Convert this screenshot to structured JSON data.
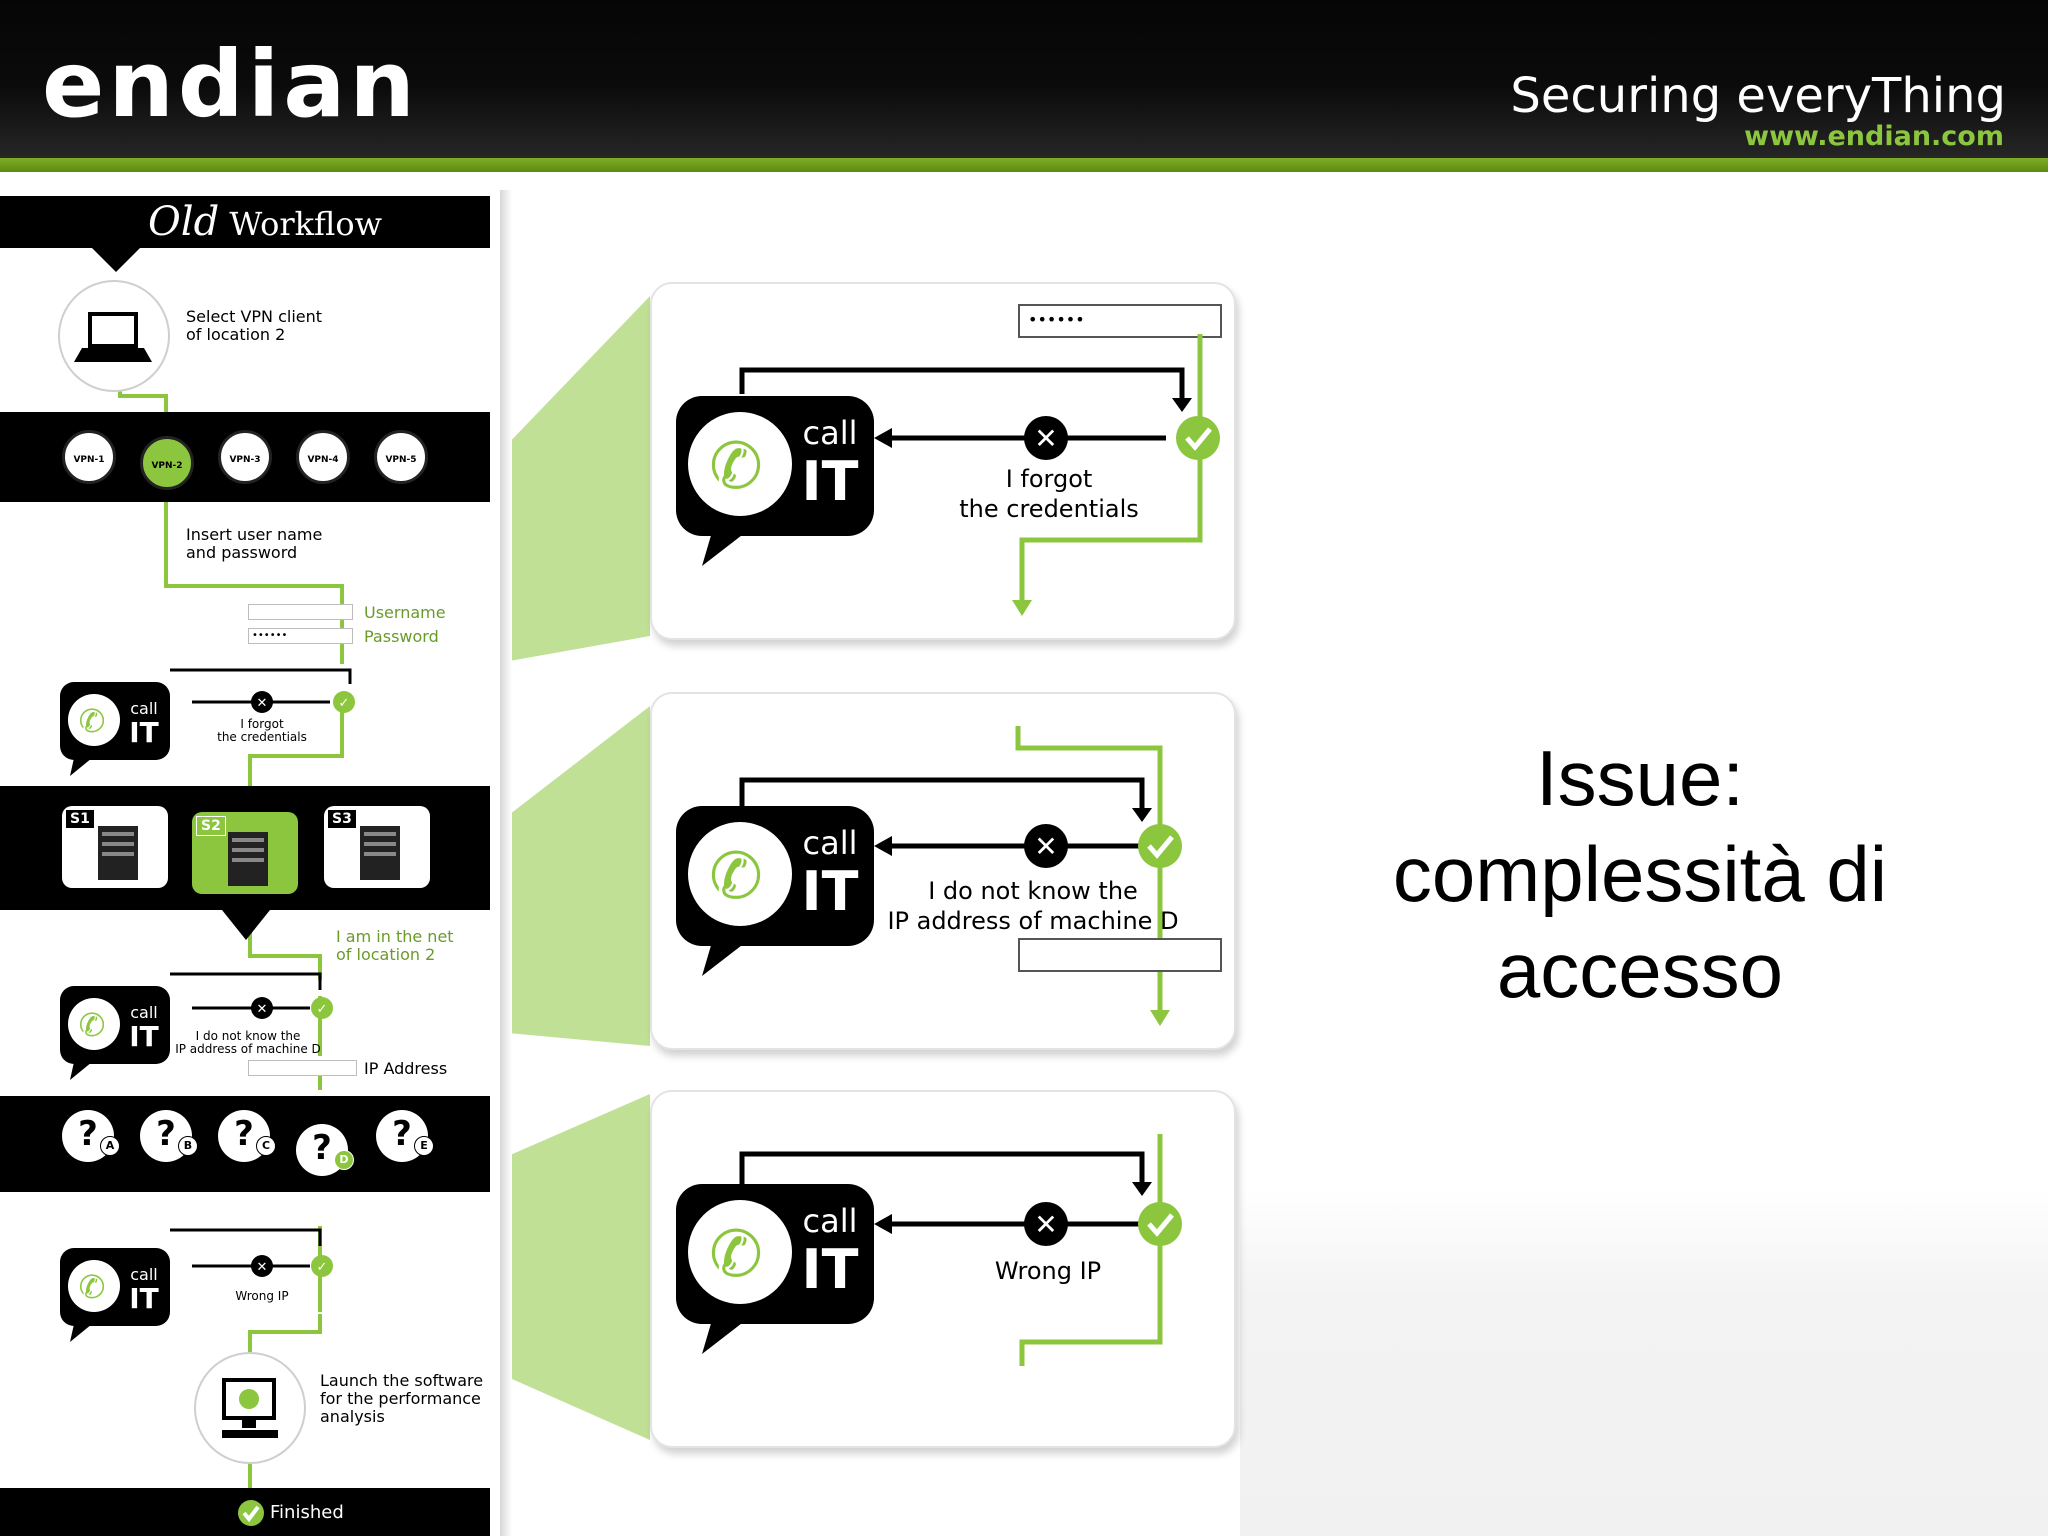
{
  "header": {
    "logo": "endian",
    "tagline": "Securing everyThing",
    "url": "www.endian.com"
  },
  "workflow": {
    "title_script": "Old",
    "title": "Workflow",
    "step_select_vpn": [
      "Select VPN client",
      "of location 2"
    ],
    "vpn_clients": [
      "VPN-1",
      "VPN-2",
      "VPN-3",
      "VPN-4",
      "VPN-5"
    ],
    "selected_vpn": "VPN-2",
    "step_insert_user": [
      "Insert user name",
      "and password"
    ],
    "username_label": "Username",
    "password_label": "Password",
    "password_mask": "••••••",
    "call_it": [
      "call",
      "IT"
    ],
    "forgot_small": [
      "I forgot",
      "the credentials"
    ],
    "servers": [
      "S1",
      "S2",
      "S3"
    ],
    "selected_server": "S2",
    "net_note": [
      "I am in the net",
      "of location 2"
    ],
    "ip_unknown_small": [
      "I do not know the",
      "IP address of machine D"
    ],
    "ip_address_label": "IP Address",
    "machines": [
      "A",
      "B",
      "C",
      "D",
      "E"
    ],
    "selected_machine": "D",
    "wrong_ip_small": "Wrong IP",
    "launch_software": [
      "Launch the software",
      "for the performance",
      "analysis"
    ],
    "finished": "Finished"
  },
  "panels": {
    "credentials": {
      "password_mask": "••••••",
      "text": [
        "I forgot",
        "the credentials"
      ]
    },
    "ip": {
      "text": [
        "I do not know the",
        "IP address of machine D"
      ]
    },
    "wrong_ip": {
      "text": "Wrong IP"
    }
  },
  "issue": {
    "line1": "Issue:",
    "line2": "complessità di",
    "line3": "accesso"
  },
  "colors": {
    "accent_green": "#8cc63f",
    "dark_green": "#5c8a12",
    "header_black": "#050505"
  },
  "icons": [
    "phone-icon",
    "close-icon",
    "check-icon",
    "laptop-icon",
    "server-icon",
    "computer-icon"
  ]
}
